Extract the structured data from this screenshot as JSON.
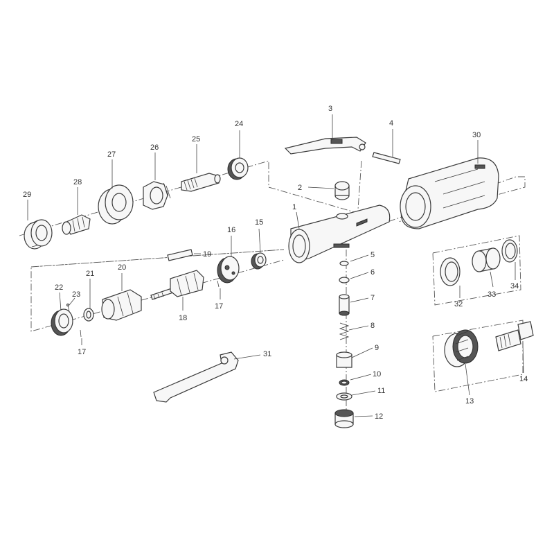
{
  "diagram": {
    "callouts": {
      "c1": "1",
      "c2": "2",
      "c3": "3",
      "c4": "4",
      "c5": "5",
      "c6": "6",
      "c7": "7",
      "c8": "8",
      "c9": "9",
      "c10": "10",
      "c11": "11",
      "c12": "12",
      "c13": "13",
      "c14": "14",
      "c15": "15",
      "c16": "16",
      "c17a": "17",
      "c17b": "17",
      "c18": "18",
      "c19": "19",
      "c20": "20",
      "c21": "21",
      "c22": "22",
      "c23": "23",
      "c24": "24",
      "c25": "25",
      "c26": "26",
      "c27": "27",
      "c28": "28",
      "c29": "29",
      "c30": "30",
      "c31": "31",
      "c32": "32",
      "c33": "33",
      "c34": "34"
    }
  }
}
